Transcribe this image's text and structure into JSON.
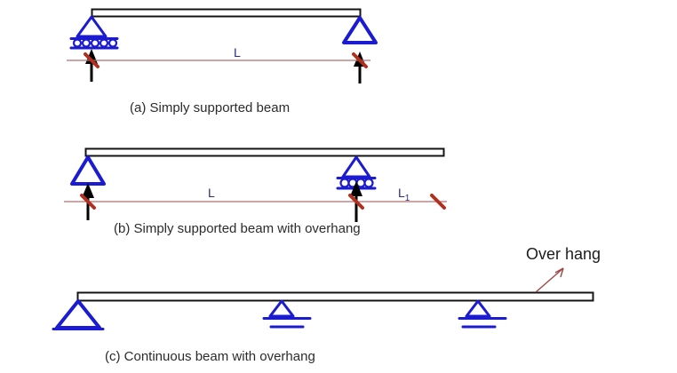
{
  "colors": {
    "support_blue": "#1b1bd1",
    "beam_outline": "#141414",
    "dimension_red": "#b07070",
    "tick_red": "#b03020",
    "leader_red": "#a04545",
    "label_navy": "#2c2c86",
    "caption_color": "#2b2b2b"
  },
  "figures": {
    "a": {
      "caption": "(a) Simply supported beam",
      "span_label": "L",
      "left_support": "roller-support",
      "right_support": "pin-support"
    },
    "b": {
      "caption": "(b) Simply supported beam with overhang",
      "span_label": "L",
      "overhang_label_base": "L",
      "overhang_label_sub": "1",
      "left_support": "pin-support",
      "right_support": "roller-support"
    },
    "c": {
      "caption": "(c) Continuous beam with overhang",
      "annotation": "Over hang",
      "supports": [
        "pin-support",
        "roller-support",
        "roller-support"
      ]
    }
  }
}
